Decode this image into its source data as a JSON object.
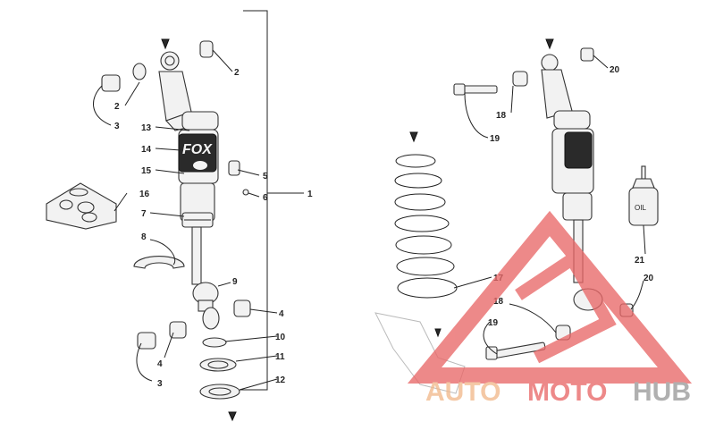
{
  "diagram": {
    "callouts_left": [
      "1",
      "2",
      "2",
      "3",
      "13",
      "14",
      "15",
      "5",
      "6",
      "16",
      "7",
      "8",
      "9",
      "4",
      "4",
      "10",
      "11",
      "3",
      "12"
    ],
    "callouts_right": [
      "20",
      "18",
      "19",
      "17",
      "21",
      "20",
      "18",
      "19"
    ],
    "oil_bottle_label": "OIL",
    "fox_logo_text": "FOX"
  },
  "watermark": {
    "part_a": "AUTO",
    "part_b": "MOTO",
    "part_c": "HUB",
    "colors": {
      "auto": "#f2b98c",
      "moto": "#e96868",
      "hub": "#9a9a9a",
      "triangle": "#e96868"
    }
  }
}
